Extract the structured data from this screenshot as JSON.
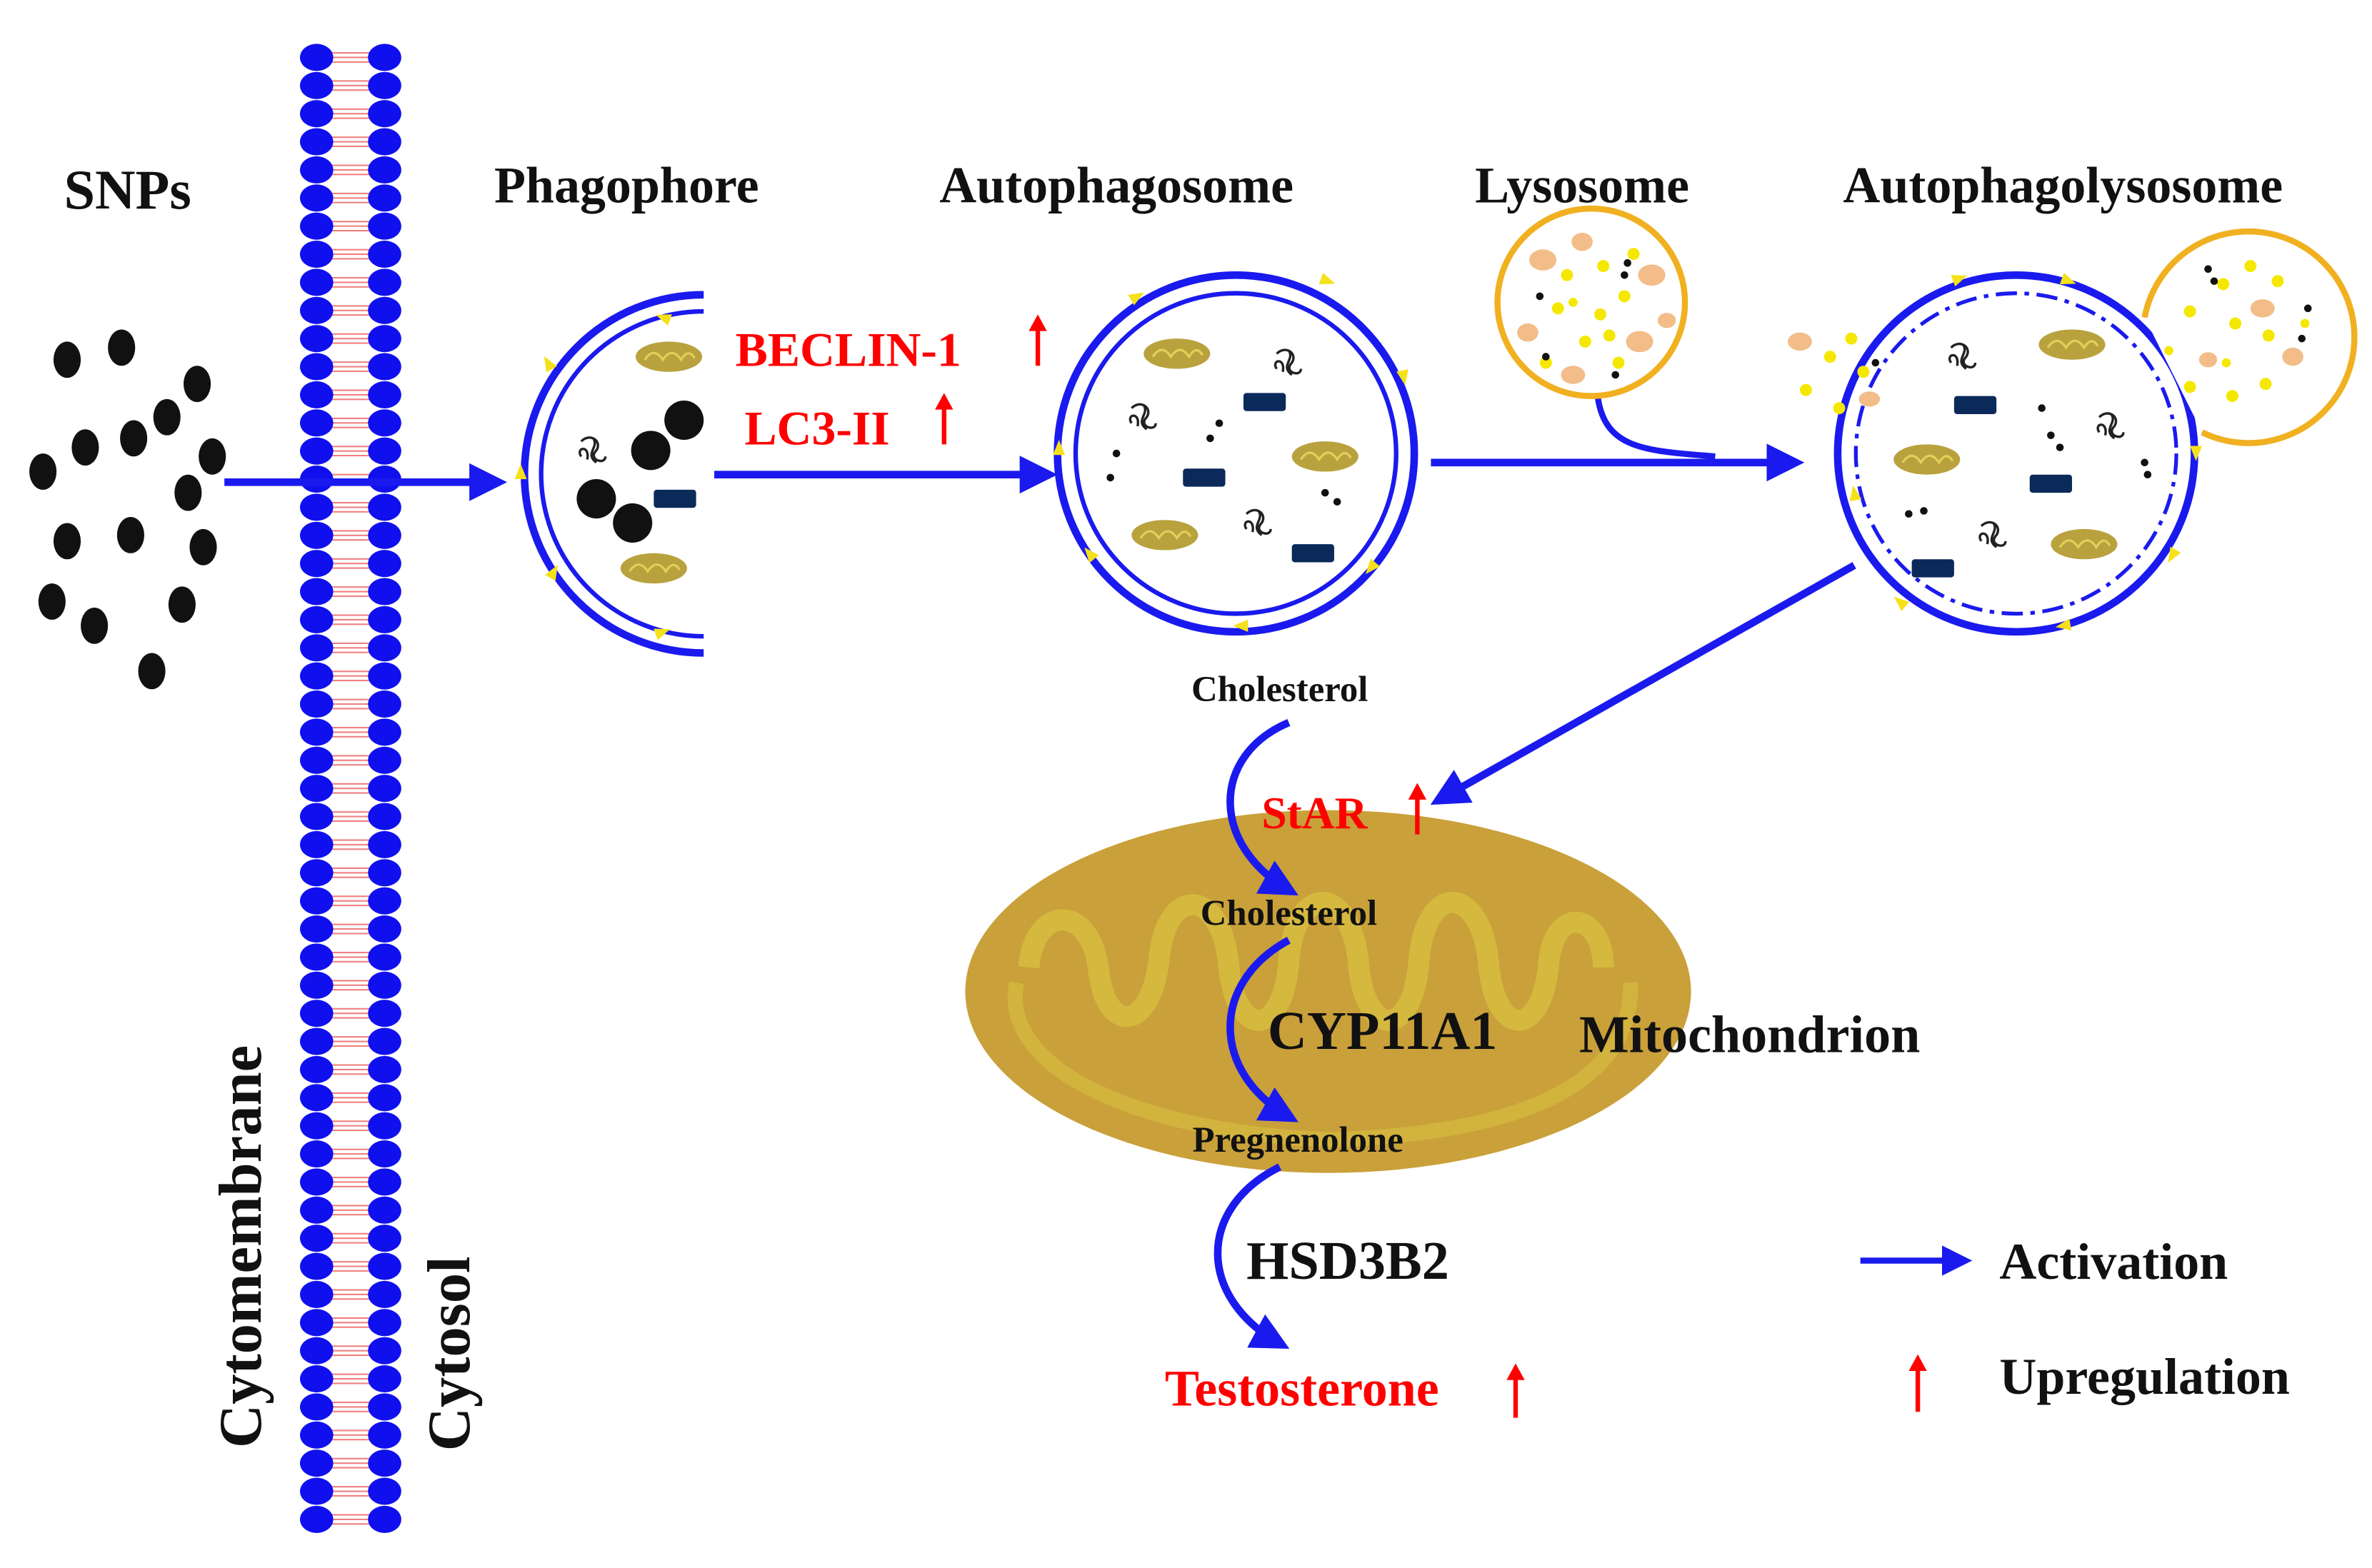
{
  "labels": {
    "snps": "SNPs",
    "phagophore": "Phagophore",
    "autophagosome": "Autophagosome",
    "lysosome": "Lysosome",
    "autophagolysosome": "Autophagolysosome",
    "cytomembrane": "Cytomembrane",
    "cytosol": "Cytosol",
    "beclin1": "BECLIN-1",
    "lc3ii": "LC3-II",
    "cholesterol_outer": "Cholesterol",
    "star": "StAR",
    "cholesterol_inner": "Cholesterol",
    "cyp11a1": "CYP11A1",
    "mitochondrion": "Mitochondrion",
    "pregnenolone": "Pregnenolone",
    "hsd3b2": "HSD3B2",
    "testosterone": "Testosterone"
  },
  "legend": {
    "activation": "Activation",
    "upregulation": "Upregulation"
  },
  "colors": {
    "arrow": "#1a1aee",
    "membrane_bead": "#1010ee",
    "membrane_tail": "#f08080",
    "upregulated": "#ff0000",
    "lysosome_rim": "#f0b020",
    "mitochondrion_body": "#c9a03a",
    "mitochondrion_cristae": "#d8c040"
  }
}
